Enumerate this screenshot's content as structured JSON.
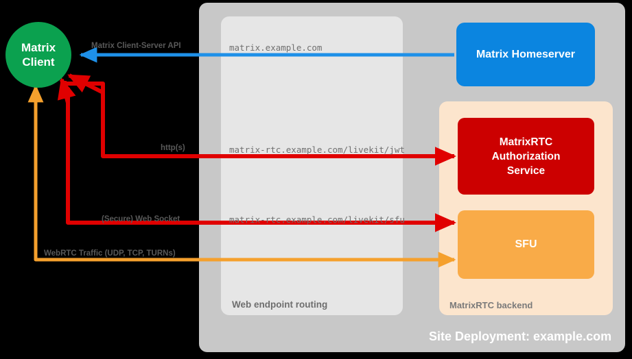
{
  "diagram": {
    "title_caption": "Site Deployment: example.com",
    "colors": {
      "client_green": "#0ba14f",
      "homeserver_blue": "#0b85e0",
      "auth_red": "#cc0000",
      "sfu_orange": "#f9ab48",
      "outer_gray": "#c8c8c8",
      "routing_gray": "#e6e6e6",
      "backend_peach": "#fce5cd",
      "arrow_blue": "#1e90e8",
      "arrow_red": "#e00000",
      "arrow_orange": "#f5a02d",
      "background": "#000000"
    }
  },
  "nodes": {
    "client": {
      "label_line1": "Matrix",
      "label_line2": "Client"
    },
    "homeserver": {
      "label": "Matrix Homeserver"
    },
    "auth_service": {
      "label_line1": "MatrixRTC",
      "label_line2": "Authorization",
      "label_line3": "Service"
    },
    "sfu": {
      "label": "SFU"
    }
  },
  "groups": {
    "routing": {
      "caption": "Web endpoint routing"
    },
    "backend": {
      "caption": "MatrixRTC backend"
    },
    "site": {
      "caption": "Site Deployment: example.com"
    }
  },
  "endpoints": [
    {
      "id": "matrix",
      "url": "matrix.example.com"
    },
    {
      "id": "jwt",
      "url": "matrix-rtc.example.com/livekit/jwt"
    },
    {
      "id": "sfu",
      "url": "matrix-rtc.example.com/livekit/sfu"
    }
  ],
  "connections": [
    {
      "id": "cs-api",
      "protocol": "Matrix Client-Server API",
      "color": "#1e90e8",
      "from": "homeserver",
      "to": "client"
    },
    {
      "id": "jwt-http",
      "protocol": "http(s)",
      "color": "#e00000",
      "from": "client",
      "to": "auth_service"
    },
    {
      "id": "sfu-ws",
      "protocol": "(Secure) Web Socket",
      "color": "#e00000",
      "from": "client",
      "to": "sfu"
    },
    {
      "id": "webrtc",
      "protocol": "WebRTC Traffic (UDP, TCP, TURNs)",
      "color": "#f5a02d",
      "from": "client",
      "to": "sfu"
    }
  ]
}
